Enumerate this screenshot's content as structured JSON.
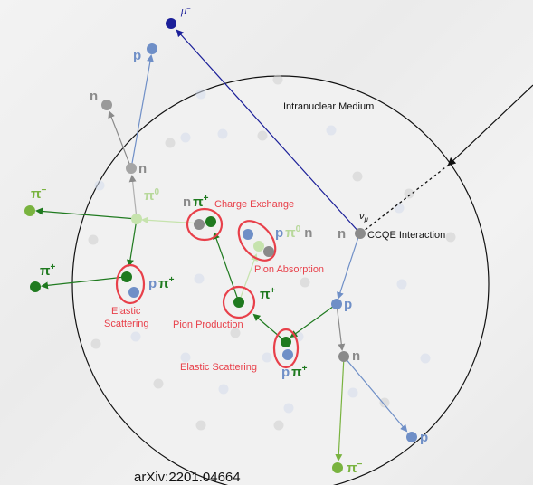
{
  "medium_label": "Intranuclear Medium",
  "ccqe_label": "CCQE Interaction",
  "numu_label": "ν",
  "numu_sub": "μ",
  "muon_label": "μ",
  "muon_sup": "−",
  "particles": {
    "p": "p",
    "n": "n",
    "pi": "π",
    "plus": "+",
    "minus": "−",
    "zero": "0"
  },
  "processes": {
    "charge_exchange": "Charge Exchange",
    "pion_absorption": "Pion Absorption",
    "pion_production": "Pion Production",
    "elastic_scattering": "Elastic Scattering",
    "elastic_scattering_l1": "Elastic",
    "elastic_scattering_l2": "Scattering"
  },
  "citation": "arXiv:2201.04664",
  "colors": {
    "proton": "#6f8fc7",
    "neutron": "#8a8a8a",
    "pi_dark": "#1f7a1f",
    "pi_light": "#79b33f",
    "pi_pale": "#c6e3ad",
    "muon": "#1b1f99",
    "highlight": "#e8404a"
  }
}
